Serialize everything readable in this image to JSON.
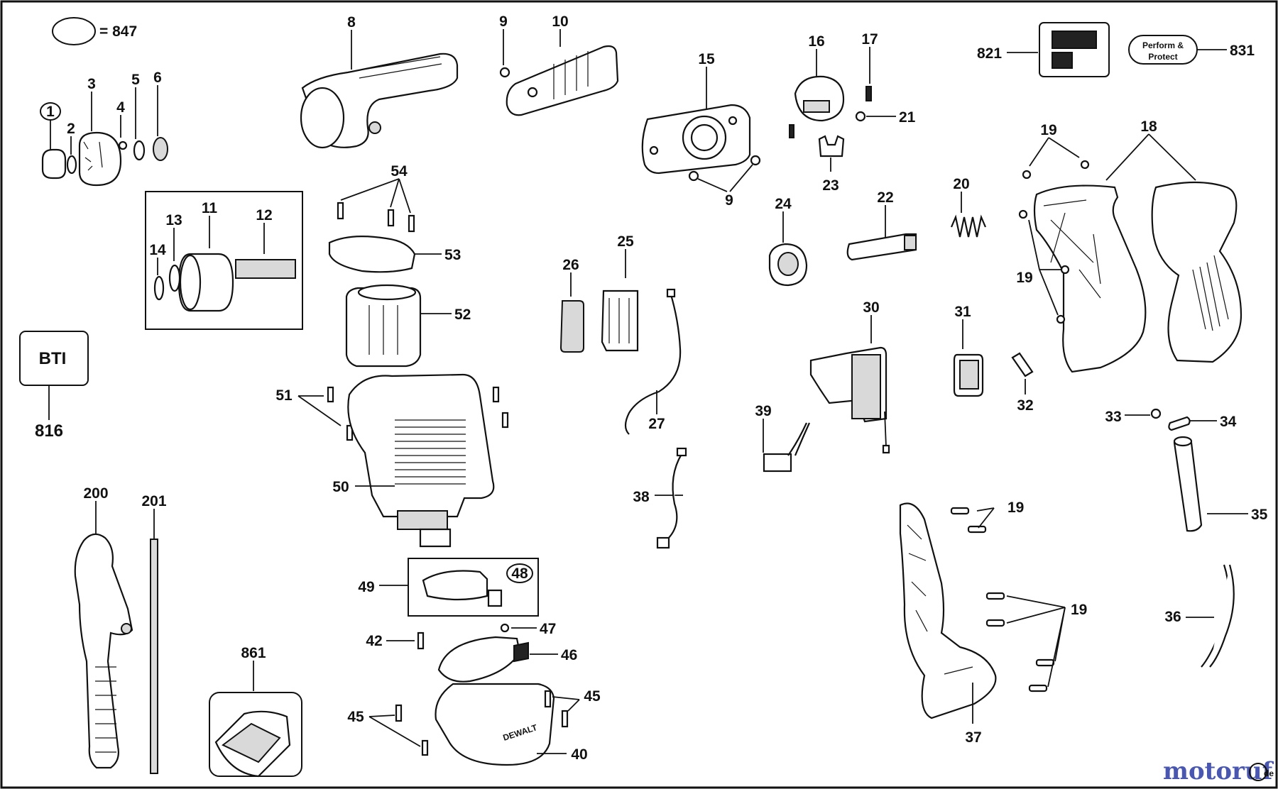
{
  "legend": {
    "equals_label": "= 847"
  },
  "boxed_labels": {
    "bti": "BTI",
    "perform_protect_line1": "Perform &",
    "perform_protect_line2": "Protect",
    "logo_brand": "DEWALT"
  },
  "watermark": {
    "text_main": "motoruf",
    "text_suffix": "de"
  },
  "labels": {
    "p1": "1",
    "p2": "2",
    "p3": "3",
    "p4": "4",
    "p5": "5",
    "p6": "6",
    "p8": "8",
    "p9a": "9",
    "p9b": "9",
    "p10": "10",
    "p11": "11",
    "p12": "12",
    "p13": "13",
    "p14": "14",
    "p15": "15",
    "p16": "16",
    "p17": "17",
    "p18": "18",
    "p19a": "19",
    "p19b": "19",
    "p19c": "19",
    "p19d": "19",
    "p20": "20",
    "p21": "21",
    "p22": "22",
    "p23": "23",
    "p24": "24",
    "p25": "25",
    "p26": "26",
    "p27": "27",
    "p30": "30",
    "p31": "31",
    "p32": "32",
    "p33": "33",
    "p34": "34",
    "p35": "35",
    "p36": "36",
    "p37": "37",
    "p38": "38",
    "p39": "39",
    "p40": "40",
    "p42": "42",
    "p45a": "45",
    "p45b": "45",
    "p46": "46",
    "p47": "47",
    "p48": "48",
    "p49": "49",
    "p50": "50",
    "p51": "51",
    "p52": "52",
    "p53": "53",
    "p54": "54",
    "p200": "200",
    "p201": "201",
    "p816": "816",
    "p821": "821",
    "p831": "831",
    "p861": "861"
  }
}
